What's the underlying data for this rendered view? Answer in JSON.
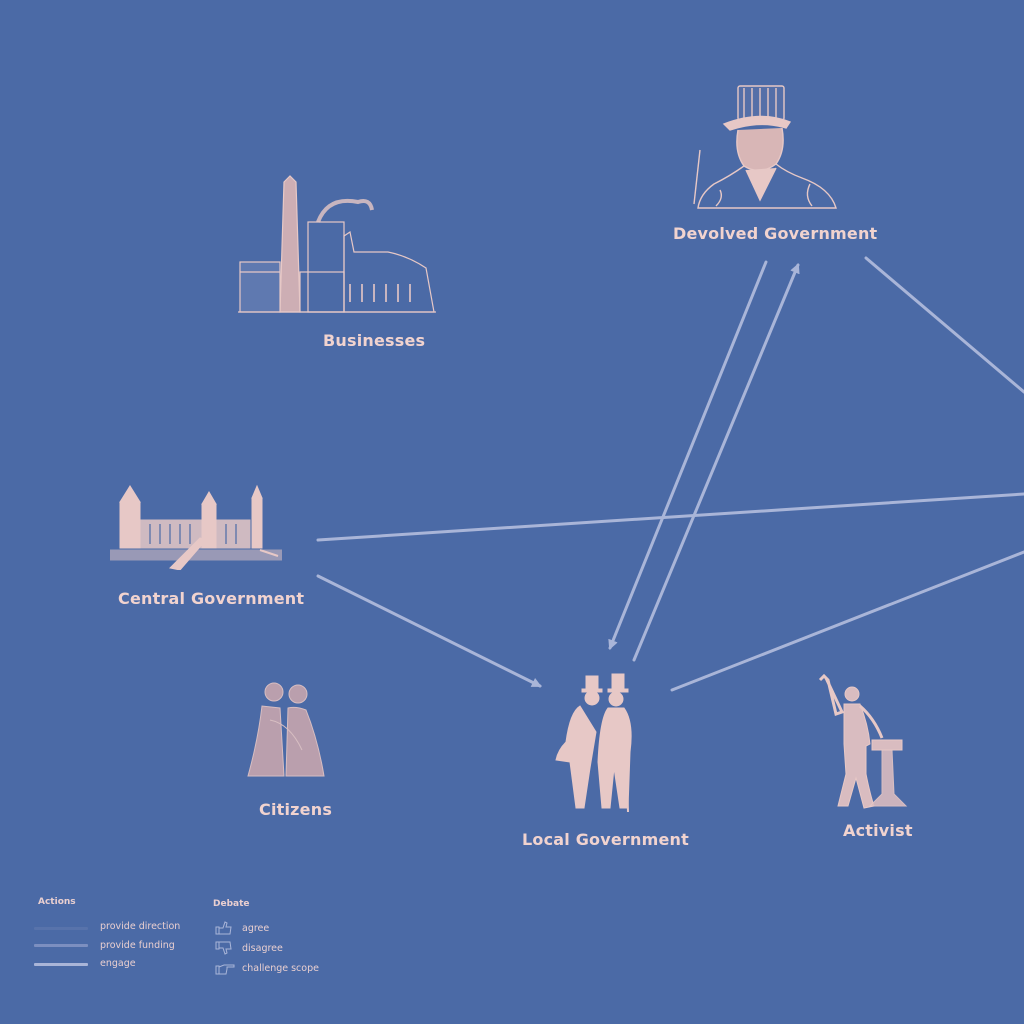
{
  "colors": {
    "background": "#4b6aa6",
    "figure": "#e7c8c6",
    "label": "#f1d3cf",
    "edge": "#a9b5d8"
  },
  "nodes": {
    "devolved_government": {
      "label": "Devolved Government",
      "icon": "top-hat-man-illustration"
    },
    "businesses": {
      "label": "Businesses",
      "icon": "factory-illustration"
    },
    "central_government": {
      "label": "Central Government",
      "icon": "parliament-illustration"
    },
    "citizens": {
      "label": "Citizens",
      "icon": "citizens-illustration"
    },
    "local_government": {
      "label": "Local Government",
      "icon": "two-gentlemen-illustration"
    },
    "activist": {
      "label": "Activist",
      "icon": "orator-illustration"
    }
  },
  "legend": {
    "actions_title": "Actions",
    "actions": [
      {
        "label": "provide direction"
      },
      {
        "label": "provide funding"
      },
      {
        "label": "engage"
      }
    ],
    "debate_title": "Debate",
    "debate": [
      {
        "label": "agree",
        "icon": "thumbs-up-icon"
      },
      {
        "label": "disagree",
        "icon": "thumbs-down-icon"
      },
      {
        "label": "challenge scope",
        "icon": "pointing-hand-icon"
      }
    ]
  }
}
